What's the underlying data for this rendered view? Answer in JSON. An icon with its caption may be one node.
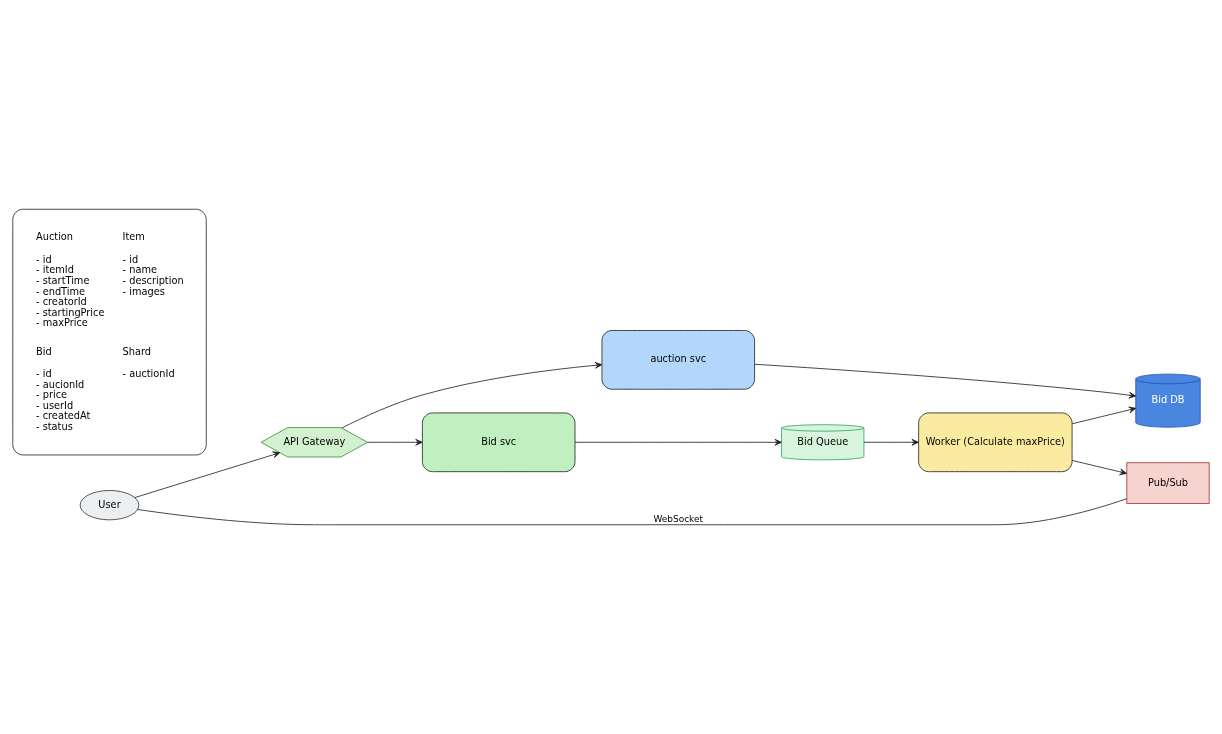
{
  "diagram": {
    "nodes": [
      {
        "text": [
          "User"
        ]
      },
      {
        "text": [
          "API Gateway"
        ]
      },
      {
        "text": [
          "auction svc"
        ]
      },
      {
        "text": [
          "Bid svc"
        ]
      },
      {
        "text": [
          "Bid DB"
        ]
      },
      {
        "text": [
          "Worker (Calculate maxPrice)"
        ]
      },
      {
        "text": [
          "Bid Queue"
        ]
      },
      {
        "text": [
          "Pub/Sub"
        ]
      },
      {
        "text": [
          "Auction",
          "- id",
          "- itemId",
          "- startTime",
          "- endTime",
          "- creatorId",
          "- startingPrice",
          "- maxPrice",
          "Item",
          "- id",
          "- name",
          "- description",
          "- images",
          "Bid",
          "- id",
          "- aucionId",
          "- price",
          "- userId",
          "- createdAt",
          "- status",
          "Shard",
          "- auctionId"
        ]
      }
    ],
    "edges": [
      {
        "from": 0,
        "to": 1,
        "arrow": "to"
      },
      {
        "from": 1,
        "to": 2,
        "arrow": "to"
      },
      {
        "from": 1,
        "to": 3,
        "arrow": "to"
      },
      {
        "from": 2,
        "to": 4,
        "arrow": "to"
      },
      {
        "from": 3,
        "to": 6,
        "arrow": "to"
      },
      {
        "from": 6,
        "to": 5,
        "arrow": "to"
      },
      {
        "from": 5,
        "to": 4,
        "arrow": "to"
      },
      {
        "from": 5,
        "to": 7,
        "arrow": "to"
      },
      {
        "from": 0,
        "to": 7,
        "label": "WebSocket",
        "arrow": "none"
      }
    ]
  }
}
